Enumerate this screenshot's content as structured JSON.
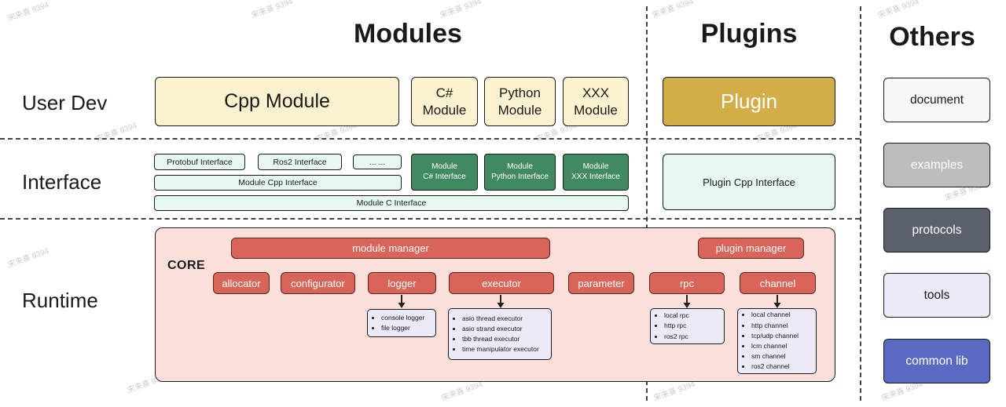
{
  "watermark": "宋来喜 9394",
  "titles": {
    "modules": "Modules",
    "plugins": "Plugins",
    "others": "Others"
  },
  "rows": {
    "user_dev": "User Dev",
    "interface": "Interface",
    "runtime": "Runtime"
  },
  "modules_row": {
    "cpp": "Cpp Module",
    "csharp": "C#\nModule",
    "python": "Python\nModule",
    "xxx": "XXX\nModule"
  },
  "plugins_row": {
    "plugin": "Plugin"
  },
  "interface_row": {
    "protobuf": "Protobuf Interface",
    "ros2": "Ros2 Interface",
    "ellipsis": "... ...",
    "module_cpp": "Module Cpp Interface",
    "module_c": "Module C Interface",
    "module_csharp": "Module\nC# Interface",
    "module_python": "Module\nPython Interface",
    "module_xxx": "Module\nXXX Interface",
    "plugin_cpp": "Plugin Cpp Interface"
  },
  "runtime_core": {
    "core_label": "CORE",
    "module_manager": "module manager",
    "plugin_manager": "plugin manager",
    "components": [
      "allocator",
      "configurator",
      "logger",
      "executor",
      "parameter",
      "rpc",
      "channel"
    ],
    "logger_list": [
      "console logger",
      "file logger"
    ],
    "executor_list": [
      "asio thread executor",
      "asio strand executor",
      "tbb thread executor",
      "time manipulator executor"
    ],
    "rpc_list": [
      "local rpc",
      "http rpc",
      "ros2 rpc"
    ],
    "channel_list": [
      "local channel",
      "http channel",
      "tcp/udp channel",
      "lcm channel",
      "sm channel",
      "ros2 channel"
    ]
  },
  "others": {
    "items": [
      {
        "label": "document"
      },
      {
        "label": "examples"
      },
      {
        "label": "protocols"
      },
      {
        "label": "tools"
      },
      {
        "label": "common lib"
      }
    ]
  },
  "colors": {
    "module_yellow": "#FBF2CF",
    "plugin_gold": "#D3AD47",
    "interface_light_green": "#E7F8EF",
    "interface_dark_green": "#418A61",
    "core_pink": "#FBDFDB",
    "component_red": "#D96459",
    "list_purple": "#EDEAF8",
    "others_document": "#F7F7F7",
    "others_examples": "#BDBDBD",
    "others_protocols": "#59616C",
    "others_tools": "#E9EBF7",
    "others_common_lib": "#5A69C2"
  }
}
